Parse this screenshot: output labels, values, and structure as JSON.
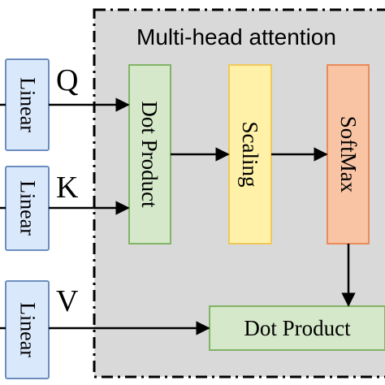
{
  "title": "Multi-head attention",
  "inputs": {
    "q": {
      "letter": "Q",
      "label": "Linear"
    },
    "k": {
      "letter": "K",
      "label": "Linear"
    },
    "v": {
      "letter": "V",
      "label": "Linear"
    }
  },
  "blocks": {
    "dot_product_1": {
      "label": "Dot Product",
      "fill": "#d5e8c9",
      "stroke": "#82b366"
    },
    "scaling": {
      "label": "Scaling",
      "fill": "#fff2a8",
      "stroke": "#f0c85a"
    },
    "softmax": {
      "label": "SoftMax",
      "fill": "#f8c4a4",
      "stroke": "#ea8a5a"
    },
    "dot_product_2": {
      "label": "Dot Product",
      "fill": "#d5e8c9",
      "stroke": "#82b366"
    }
  },
  "colors": {
    "linear_fill": "#dae8fc",
    "linear_stroke": "#6c8ebf",
    "region_fill": "#d9d9d9",
    "region_stroke": "#000000",
    "arrow": "#000000"
  }
}
